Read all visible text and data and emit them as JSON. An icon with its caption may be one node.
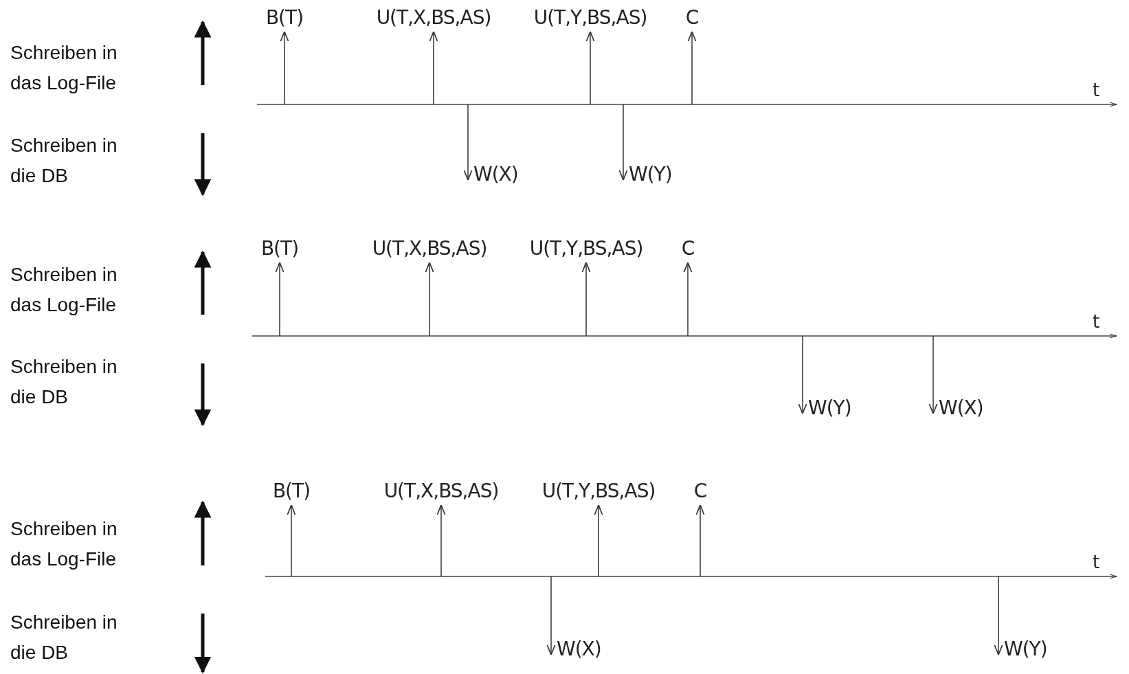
{
  "diagram": {
    "nodes": [
      {
        "text": [
          "B(T)"
        ]
      },
      {
        "text": [
          "U(T,X,BS,AS)"
        ]
      },
      {
        "text": [
          "U(T,Y,BS,AS)"
        ]
      },
      {
        "text": [
          "C"
        ]
      },
      {
        "text": [
          "W(X)"
        ]
      },
      {
        "text": [
          "W(Y)"
        ]
      },
      {
        "text": [
          "B(T)"
        ]
      },
      {
        "text": [
          "U(T,X,BS,AS)"
        ]
      },
      {
        "text": [
          "U(T,Y,BS,AS)"
        ]
      },
      {
        "text": [
          "C"
        ]
      },
      {
        "text": [
          "W(Y)"
        ]
      },
      {
        "text": [
          "W(X)"
        ]
      },
      {
        "text": [
          "B(T)"
        ]
      },
      {
        "text": [
          "U(T,X,BS,AS)"
        ]
      },
      {
        "text": [
          "U(T,Y,BS,AS)"
        ]
      },
      {
        "text": [
          "C"
        ]
      },
      {
        "text": [
          "W(X)"
        ]
      },
      {
        "text": [
          "W(Y)"
        ]
      }
    ],
    "edges": [
      {
        "from": null,
        "to": 0,
        "arrow": "to"
      },
      {
        "from": null,
        "to": 1,
        "arrow": "to"
      },
      {
        "from": null,
        "to": 2,
        "arrow": "to"
      },
      {
        "from": null,
        "to": 3,
        "arrow": "to"
      },
      {
        "from": null,
        "to": 4,
        "arrow": "to"
      },
      {
        "from": null,
        "to": 5,
        "arrow": "to"
      },
      {
        "from": null,
        "to": 6,
        "arrow": "to"
      },
      {
        "from": null,
        "to": 7,
        "arrow": "to"
      },
      {
        "from": null,
        "to": 8,
        "arrow": "to"
      },
      {
        "from": null,
        "to": 9,
        "arrow": "to"
      },
      {
        "from": null,
        "to": 10,
        "arrow": "to"
      },
      {
        "from": null,
        "to": 11,
        "arrow": "to"
      },
      {
        "from": null,
        "to": 12,
        "arrow": "to"
      },
      {
        "from": null,
        "to": 13,
        "arrow": "to"
      },
      {
        "from": null,
        "to": 14,
        "arrow": "to"
      },
      {
        "from": null,
        "to": 15,
        "arrow": "to"
      },
      {
        "from": null,
        "to": 16,
        "arrow": "to"
      },
      {
        "from": null,
        "to": 17,
        "arrow": "to"
      }
    ],
    "labels": [
      "Schreiben in das Log-File",
      "t",
      "Schreiben in die DB",
      "Schreiben in das Log-File",
      "t",
      "Schreiben in die DB",
      "Schreiben in das Log-File",
      "t",
      "Schreiben in die DB"
    ]
  }
}
